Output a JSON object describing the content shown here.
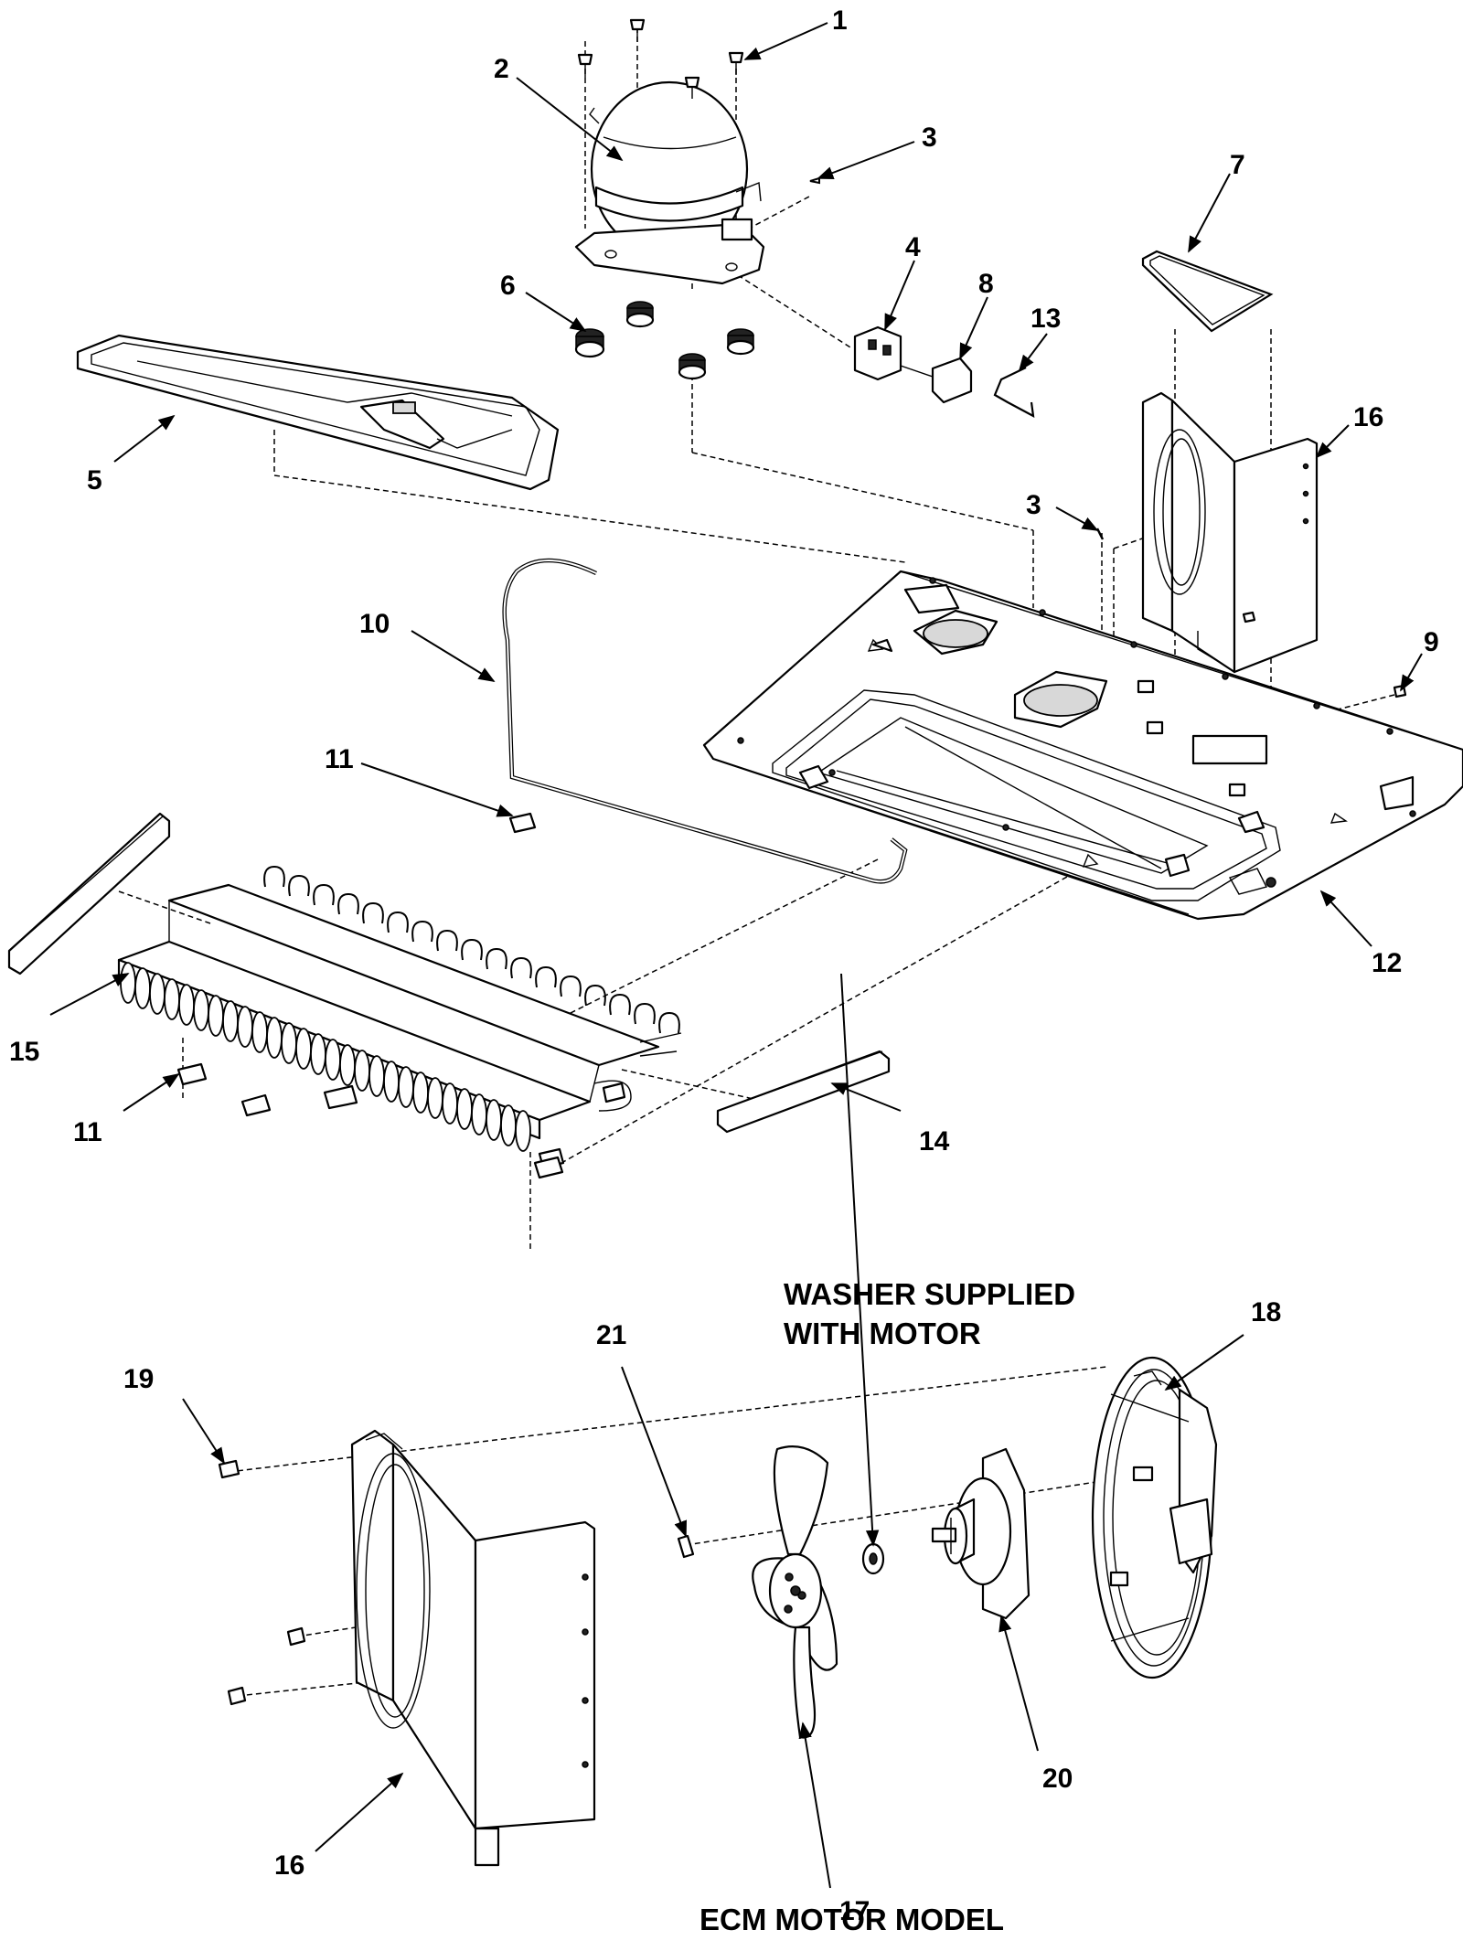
{
  "diagram": {
    "callouts": {
      "c1": "1",
      "c2": "2",
      "c3a": "3",
      "c4": "4",
      "c5": "5",
      "c6": "6",
      "c7": "7",
      "c8": "8",
      "c13": "13",
      "c16a": "16",
      "c3b": "3",
      "c9": "9",
      "c10": "10",
      "c11a": "11",
      "c12": "12",
      "c15": "15",
      "c11b": "11",
      "c14": "14",
      "c18": "18",
      "c19": "19",
      "c21": "21",
      "c20": "20",
      "c16b": "16",
      "c17": "17"
    },
    "notes": {
      "washer_line1": "WASHER SUPPLIED",
      "washer_line2": "WITH MOTOR",
      "model_caption": "ECM MOTOR MODEL"
    }
  }
}
